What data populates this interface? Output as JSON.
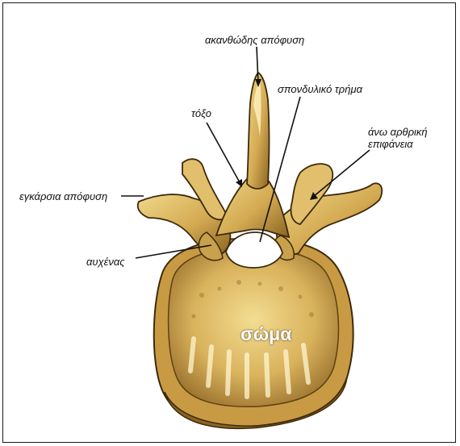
{
  "figure": {
    "labels": {
      "spinous_process": "ακανθώδης απόφυση",
      "vertebral_foramen": "σπονδυλικό τρήμα",
      "arch": "τόξο",
      "superior_articular_line1": "άνω αρθρική",
      "superior_articular_line2": "επιφάνεια",
      "transverse_process": "εγκάρσια απόφυση",
      "pedicle": "αυχένας",
      "body": "σώμα"
    },
    "colors": {
      "bone": "#d9b25c",
      "bone_light": "#f0d889",
      "bone_shadow": "#8a6424",
      "outline": "#3d2a0a",
      "foramen": "#ffffff",
      "background": "#ffffff"
    }
  }
}
